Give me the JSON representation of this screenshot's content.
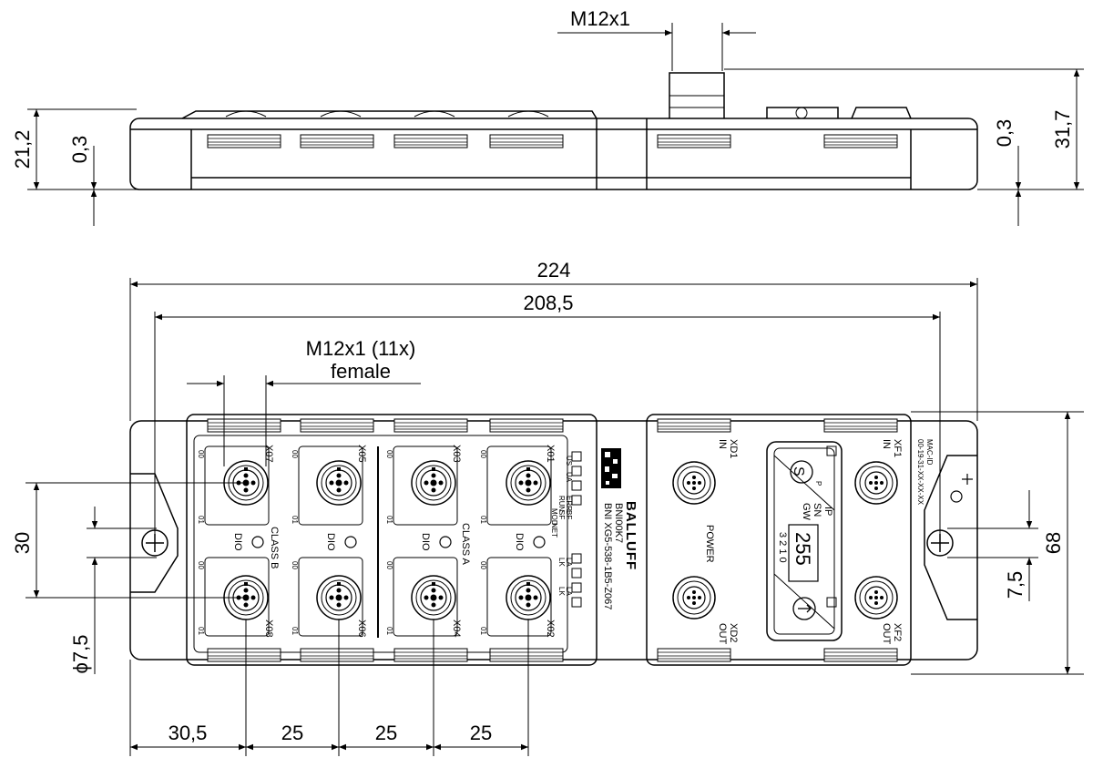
{
  "side_view": {
    "thread_label": "M12x1",
    "dim_height_total_left": "21,2",
    "dim_gap_left": "0,3",
    "dim_gap_right": "0,3",
    "dim_height_total_right": "31,7"
  },
  "top_view": {
    "dim_overall_length": "224",
    "dim_hole_spacing": "208,5",
    "connector_note_line1": "M12x1 (11x)",
    "connector_note_line2": "female",
    "dim_row_spacing": "30",
    "dim_hole_diameter": "ϕ7,5",
    "dim_width": "68",
    "dim_hole_offset": "7,5",
    "dim_first_port": "30,5",
    "dim_port_pitch_1": "25",
    "dim_port_pitch_2": "25",
    "dim_port_pitch_3": "25"
  },
  "ports_top": [
    {
      "name": "X07",
      "pin_a": "00",
      "pin_b": "01",
      "group": "DIO"
    },
    {
      "name": "X05",
      "pin_a": "00",
      "pin_b": "01",
      "group": "DIO"
    },
    {
      "name": "X03",
      "pin_a": "00",
      "pin_b": "01",
      "group": "DIO"
    },
    {
      "name": "X01",
      "pin_a": "00",
      "pin_b": "01",
      "group": "DIO"
    }
  ],
  "ports_bottom": [
    {
      "name": "X08",
      "pin_a": "00",
      "pin_b": "01"
    },
    {
      "name": "X06",
      "pin_a": "00",
      "pin_b": "01"
    },
    {
      "name": "X04",
      "pin_a": "00",
      "pin_b": "01"
    },
    {
      "name": "X02",
      "pin_a": "00",
      "pin_b": "01"
    }
  ],
  "class_labels": {
    "class_b": "CLASS B",
    "class_a": "CLASS A"
  },
  "module": {
    "brand": "BALLUFF",
    "model_line1": "BNI00K7",
    "model_line2": "BNI XG5-538-1B5-Z067",
    "led_labels_1": [
      "US",
      "UA"
    ],
    "led_labels_2": [
      "RUN",
      "ERR"
    ],
    "led_labels_3": [
      "MOD",
      "NET"
    ],
    "led_labels_4": [
      "SF",
      "BF"
    ],
    "led_labels_5": [
      "LK",
      "LA"
    ],
    "led_labels_6": [
      "LK",
      "LA"
    ]
  },
  "power": {
    "xd1": "XD1",
    "xd1_dir": "IN",
    "xd2": "XD2",
    "xd2_dir": "OUT",
    "label": "POWER"
  },
  "ethernet": {
    "xf1": "XF1",
    "xf1_dir": "IN",
    "xf2": "XF2",
    "xf2_dir": "OUT",
    "mac_title": "MAC-ID",
    "mac_value": "00-19-31-XX-XX-XX"
  },
  "display": {
    "value": "255",
    "label_ip": "IP",
    "label_sn": "SN",
    "label_gw": "GW",
    "digits": "3 2 1 0",
    "s_symbol": "S",
    "p_symbol": "P"
  }
}
